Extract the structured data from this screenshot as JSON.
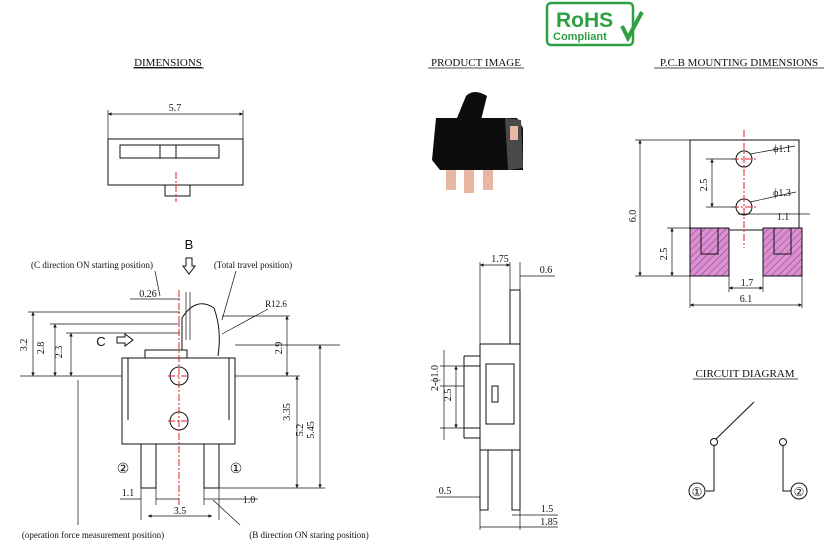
{
  "badge": {
    "line1": "RoHS",
    "line2": "Compliant",
    "color": "#2ea043"
  },
  "headings": {
    "dimensions": "DIMENSIONS",
    "product_image": "PRODUCT IMAGE",
    "pcb": "P.C.B MOUNTING DIMENSIONS",
    "circuit": "CIRCUIT DIAGRAM"
  },
  "top_view": {
    "width": "5.7"
  },
  "side_view": {
    "label_b": "B",
    "label_c": "C",
    "c_start": "(C direction ON starting position)",
    "total_travel": "(Total travel position)",
    "op_force": "(operation force measurement position)",
    "b_start": "(B direction ON staring position)",
    "d_026": "0.26",
    "d_r126": "R12.6",
    "d_32": "3.2",
    "d_28": "2.8",
    "d_23": "2.3",
    "d_29": "2.9",
    "d_335": "3.35",
    "d_52": "5.2",
    "d_545": "5.45",
    "d_11": "1.1",
    "d_10": "1.0",
    "d_35": "3.5",
    "pin1": "①",
    "pin2": "②"
  },
  "profile_view": {
    "d_175": "1.75",
    "d_06": "0.6",
    "d_2phi10": "2-ϕ1.0",
    "d_25": "2.5",
    "d_05": "0.5",
    "d_15": "1.5",
    "d_185": "1.85"
  },
  "pcb_view": {
    "d_phi11": "ϕ1.1",
    "d_phi13": "ϕ1.3",
    "d_25a": "2.5",
    "d_11": "1.1",
    "d_60": "6.0",
    "d_25b": "2.5",
    "d_17": "1.7",
    "d_61": "6.1",
    "pad_color": "#d98fd0"
  },
  "circuit": {
    "pin1": "①",
    "pin2": "②"
  },
  "colors": {
    "centerline": "#e0202a",
    "product_body": "#0d0d0d",
    "terminal": "#e8b7a4"
  }
}
